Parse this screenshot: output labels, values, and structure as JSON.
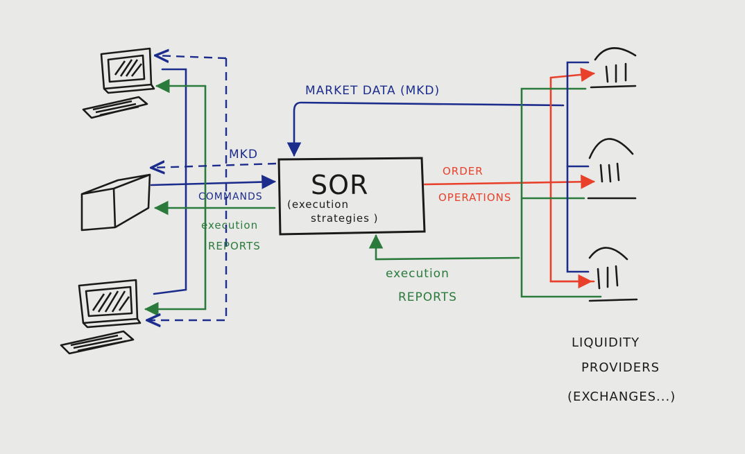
{
  "colors": {
    "paper": "#e9e9e7",
    "ink_black": "#1a1a1a",
    "ink_blue": "#1c2c8c",
    "ink_green": "#2a7a3c",
    "ink_red": "#e8402a"
  },
  "labels": {
    "market_data": "MARKET DATA (MKD)",
    "mkd": "MKD",
    "commands": "COMMANDS",
    "sor_title": "SOR",
    "sor_line1": "(execution",
    "sor_line2": "strategies )",
    "order_line1": "ORDER",
    "order_line2": "OPERATIONS",
    "exec_left_1": "execution",
    "exec_left_2": "REPORTS",
    "exec_bottom_1": "execution",
    "exec_bottom_2": "REPORTS",
    "liquidity_1": "LIQUIDITY",
    "liquidity_2": "PROVIDERS",
    "liquidity_3": "(EXCHANGES...)"
  },
  "icons": {
    "client_top": "computer-terminal-icon",
    "client_middle": "server-box-icon",
    "client_bottom": "computer-terminal-icon",
    "exchange": "bank-building-icon"
  }
}
